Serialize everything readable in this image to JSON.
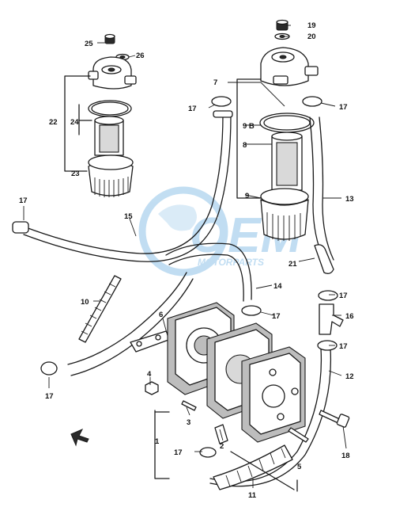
{
  "watermark": {
    "brand": "OEM",
    "tagline": "MOTORPARTS",
    "color": "#8fc3e8"
  },
  "callouts": {
    "c1": "1",
    "c2": "2",
    "c3": "3",
    "c4": "4",
    "c5": "5",
    "c6": "6",
    "c7": "7",
    "c8": "8",
    "c9": "9",
    "c9b": "9 B",
    "c10": "10",
    "c11": "11",
    "c12": "12",
    "c13": "13",
    "c14": "14",
    "c15": "15",
    "c16": "16",
    "c17a": "17",
    "c17b": "17",
    "c17c": "17",
    "c17d": "17",
    "c17e": "17",
    "c17f": "17",
    "c17g": "17",
    "c17h": "17",
    "c18": "18",
    "c19": "19",
    "c20": "20",
    "c21": "21",
    "c22": "22",
    "c23": "23",
    "c24": "24",
    "c25": "25",
    "c26": "26"
  }
}
